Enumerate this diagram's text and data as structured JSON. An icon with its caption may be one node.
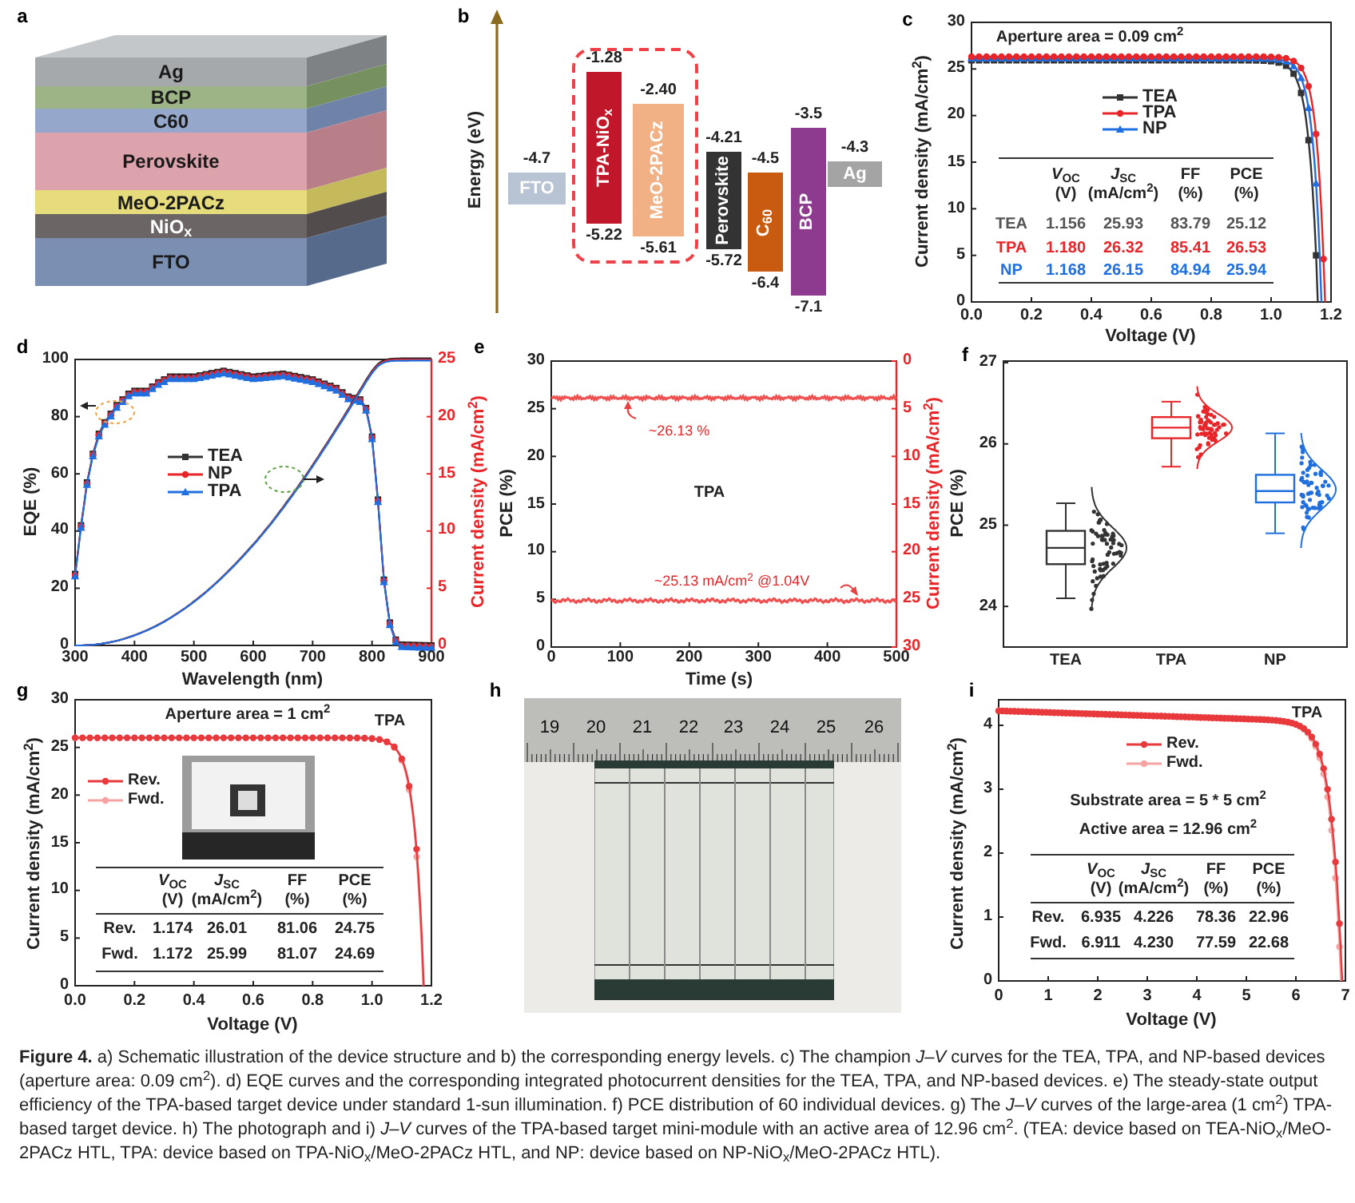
{
  "diagram": {
    "caption": "**Figure 4.** a) Schematic illustration of the device structure and b) the corresponding energy levels. c) The champion *J–V* curves for the TEA, TPA, and NP-based devices (aperture area: 0.09 cm$^{2}$). d) EQE curves and the corresponding integrated photocurrent densities for the TEA, TPA, and NP-based devices. e) The steady-state output efficiency of the TPA-based target device under standard 1-sun illumination. f) PCE distribution of 60 individual devices. g) The *J–V* curves of the large-area (1 cm$^{2}$) TPA-based target device. h) The photograph and i) *J–V* curves of the TPA-based target mini-module with an active area of 12.96 cm$^{2}$. (TEA: device based on TEA-NiO$_{x}$/MeO-2PACz HTL, TPA: device based on TPA-NiO$_{x}$/MeO-2PACz HTL, and NP: device based on NP-NiO$_{x}$/MeO-2PACz HTL).",
    "nodes": [
      {
        "text": [
          "Ag"
        ]
      },
      {
        "text": [
          "BCP"
        ]
      },
      {
        "text": [
          "C60"
        ]
      },
      {
        "text": [
          "Perovskite"
        ]
      },
      {
        "text": [
          "MeO-2PACz"
        ]
      },
      {
        "text": [
          "NiO$_{x}$"
        ]
      },
      {
        "text": [
          "FTO"
        ]
      },
      {
        "text": [
          "FTO"
        ],
        "beside": [
          "-4.7"
        ]
      },
      {
        "text": [],
        "shape": "box"
      },
      {
        "text": [
          "TPA-NiO$_{x}$"
        ],
        "in": 8,
        "beside": [
          "-1.28",
          "-5.22"
        ]
      },
      {
        "text": [
          "MeO-2PACz"
        ],
        "in": 8,
        "beside": [
          "-2.40",
          "-5.61"
        ]
      },
      {
        "text": [
          "Perovskite"
        ],
        "beside": [
          "-4.21",
          "-5.72"
        ]
      },
      {
        "text": [
          "C$_{60}$"
        ],
        "beside": [
          "-4.5",
          "-6.4"
        ]
      },
      {
        "text": [
          "BCP"
        ],
        "beside": [
          "-3.5",
          "-7.1"
        ]
      },
      {
        "text": [
          "Ag"
        ],
        "beside": [
          "-4.3"
        ]
      }
    ],
    "labels": [
      "a",
      "b",
      "Energy (eV)",
      "c",
      "Aperture area = 0.09 cm$^{2}$",
      "0",
      "5",
      "10",
      "15",
      "20",
      "25",
      "30",
      "0.0",
      "0.2",
      "0.4",
      "0.6",
      "0.8",
      "1.0",
      "1.2",
      "Voltage (V)",
      "Current density (mA/cm$^{2}$)",
      "*V*$_{OC}$ (V)",
      "*J*$_{SC}$ (mA/cm$^{2}$)",
      "FF (%)",
      "PCE (%)",
      "TEA",
      "1.156",
      "25.93",
      "83.79",
      "25.12",
      "TPA",
      "1.180",
      "26.32",
      "85.41",
      "26.53",
      "NP",
      "1.168",
      "26.15",
      "84.94",
      "25.94",
      "d",
      "0",
      "20",
      "40",
      "60",
      "80",
      "100",
      "0",
      "5",
      "10",
      "15",
      "20",
      "25",
      "300",
      "400",
      "500",
      "600",
      "700",
      "800",
      "900",
      "Wavelength (nm)",
      "EQE (%)",
      "Current density (mA/cm$^{2}$)",
      "e",
      "~26.13 %",
      "TPA",
      "~25.13 mA/cm$^{2}$ @1.04V",
      "0",
      "5",
      "10",
      "15",
      "20",
      "25",
      "30",
      "0",
      "5",
      "10",
      "15",
      "20",
      "25",
      "30",
      "0",
      "100",
      "200",
      "300",
      "400",
      "500",
      "Time (s)",
      "PCE (%)",
      "Current density (mA/cm$^{2}$)",
      "f",
      "24",
      "25",
      "26",
      "27",
      "TEA",
      "TPA",
      "NP",
      "PCE (%)",
      "g",
      "Aperture area = 1 cm$^{2}$",
      "TPA",
      "0",
      "5",
      "10",
      "15",
      "20",
      "25",
      "30",
      "0.0",
      "0.2",
      "0.4",
      "0.6",
      "0.8",
      "1.0",
      "1.2",
      "Voltage (V)",
      "Current density (mA/cm$^{2}$)",
      "*V*$_{OC}$ (V)",
      "*J*$_{SC}$ (mA/cm$^{2}$)",
      "FF (%)",
      "PCE (%)",
      "Rev.",
      "1.174",
      "26.01",
      "81.06",
      "24.75",
      "Fwd.",
      "1.172",
      "25.99",
      "81.07",
      "24.69",
      "h",
      "19",
      "20",
      "21",
      "22",
      "23",
      "24",
      "25",
      "26",
      "i",
      "TPA",
      "Substrate area = 5 * 5 cm$^{2}$",
      "Active area = 12.96 cm$^{2}$",
      "0",
      "1",
      "2",
      "3",
      "4",
      "0",
      "1",
      "2",
      "3",
      "4",
      "5",
      "6",
      "7",
      "Voltage (V)",
      "Current density (mA/cm$^{2}$)",
      "*V*$_{OC}$ (V)",
      "*J*$_{SC}$ (mA/cm$^{2}$)",
      "FF (%)",
      "PCE (%)",
      "Rev.",
      "6.935",
      "4.226",
      "78.36",
      "22.96",
      "Fwd.",
      "6.911",
      "4.230",
      "77.59",
      "22.68"
    ],
    "legend": [
      {
        "text": "TEA"
      },
      {
        "text": "TPA"
      },
      {
        "text": "NP"
      },
      {
        "text": "TEA"
      },
      {
        "text": "NP"
      },
      {
        "text": "TPA"
      },
      {
        "text": "Rev."
      },
      {
        "text": "Fwd."
      },
      {
        "text": "Rev."
      },
      {
        "text": "Fwd."
      }
    ]
  }
}
